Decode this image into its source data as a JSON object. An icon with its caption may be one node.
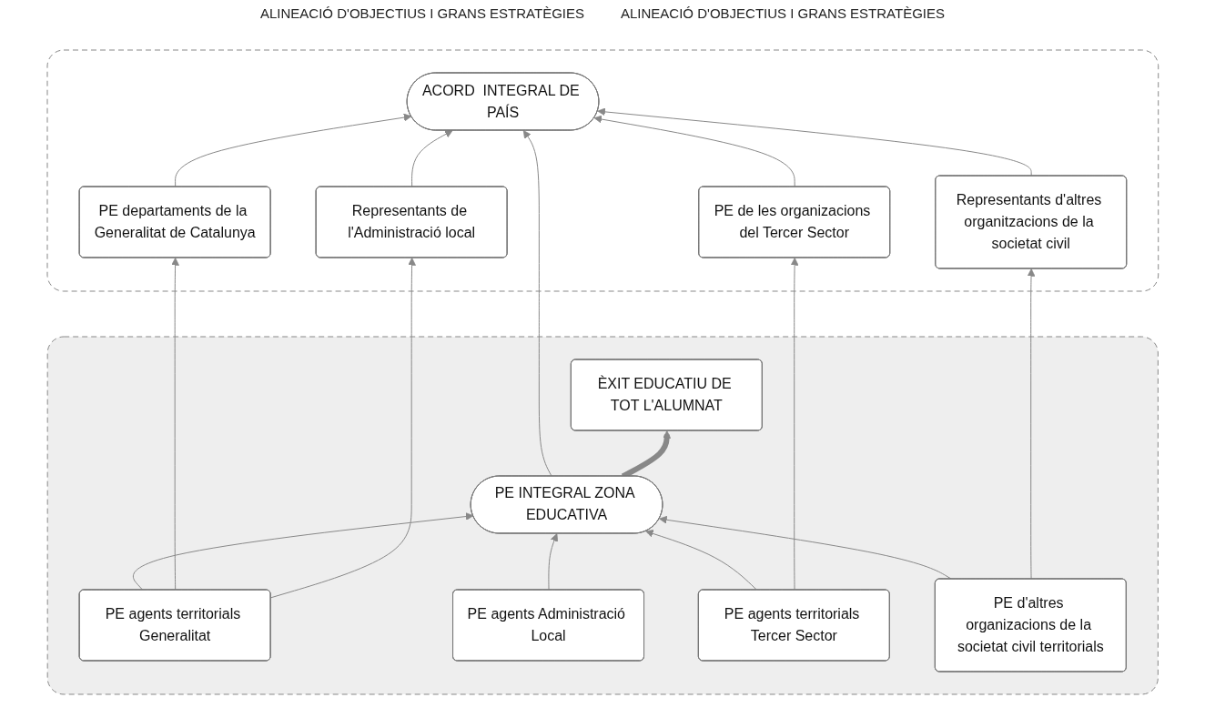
{
  "diagram": {
    "nodes": [
      {
        "text": [],
        "shape": "box"
      },
      {
        "text": [
          "ACORD  INTEGRAL DE PAÍS"
        ],
        "in": 0
      },
      {
        "text": [
          "PE departaments de la Generalitat de Catalunya"
        ],
        "in": 0
      },
      {
        "text": [
          "Representants de l'Administració local"
        ],
        "in": 0
      },
      {
        "text": [
          "PE de les organizacions del Tercer Sector"
        ],
        "in": 0
      },
      {
        "text": [
          "Representants d'altres organitzacions de la societat civil"
        ],
        "in": 0
      },
      {
        "text": [],
        "shape": "box"
      },
      {
        "text": [
          "PE INTEGRAL ZONA EDUCATIVA"
        ],
        "in": 6
      },
      {
        "text": [
          "PE agents territorials Generalitat"
        ],
        "in": 6
      },
      {
        "text": [
          "PE agents Administració Local"
        ],
        "in": 6
      },
      {
        "text": [
          "PE agents territorials Tercer Sector"
        ],
        "in": 6
      },
      {
        "text": [
          "PE d'altres organizacions de la societat civil territorials"
        ],
        "in": 6
      },
      {
        "text": [
          "ÈXIT EDUCATIU DE TOT L'ALUMNAT"
        ],
        "in": 6
      }
    ],
    "edges": [
      {
        "from": 2,
        "to": 1,
        "arrow": "to"
      },
      {
        "from": 3,
        "to": 1,
        "arrow": "to"
      },
      {
        "from": 4,
        "to": 1,
        "arrow": "to"
      },
      {
        "from": 5,
        "to": 1,
        "arrow": "to"
      },
      {
        "from": 8,
        "to": 7,
        "arrow": "to"
      },
      {
        "from": 9,
        "to": 7,
        "arrow": "to"
      },
      {
        "from": 10,
        "to": 7,
        "arrow": "to"
      },
      {
        "from": 11,
        "to": 7,
        "arrow": "to"
      },
      {
        "from": 8,
        "to": 2,
        "arrow": "to"
      },
      {
        "from": 8,
        "to": 3,
        "arrow": "to"
      },
      {
        "from": 10,
        "to": 4,
        "arrow": "to"
      },
      {
        "from": 11,
        "to": 5,
        "arrow": "to"
      },
      {
        "from": 7,
        "to": 1,
        "arrow": "to"
      },
      {
        "from": 7,
        "to": 12,
        "arrow": "to",
        "style": "thick"
      }
    ],
    "labels": [
      "ALINEACIÓ D'OBJECTIUS I GRANS ESTRATÈGIES",
      "ALINEACIÓ D'OBJECTIUS I GRANS ESTRATÈGIES"
    ]
  }
}
